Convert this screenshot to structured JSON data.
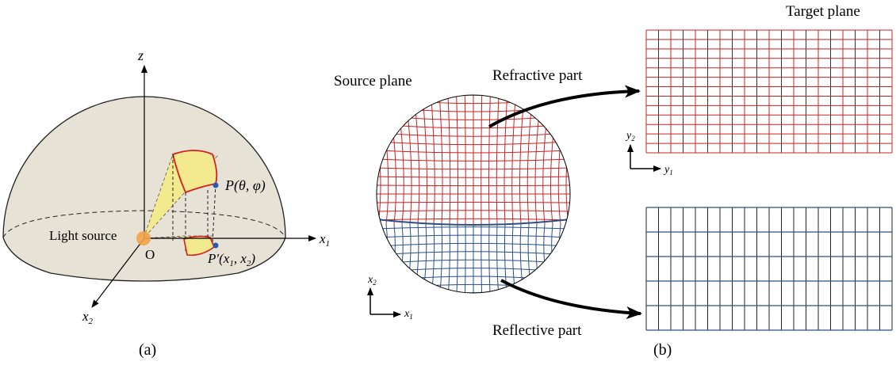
{
  "panel_a": {
    "axis_z": "z",
    "axis_x1": "x",
    "axis_x1_sub": "1",
    "axis_x2": "x",
    "axis_x2_sub": "2",
    "label_P": "P(θ, φ)",
    "label_Pprime_pre": "P′(x",
    "label_Pprime_sub1": "1",
    "label_Pprime_mid": ", x",
    "label_Pprime_sub2": "2",
    "label_Pprime_post": ")",
    "light_source": "Light source",
    "origin": "O",
    "caption": "(a)"
  },
  "panel_b": {
    "source_plane": "Source plane",
    "target_plane": "Target plane",
    "refractive": "Refractive part",
    "reflective": "Reflective part",
    "src_x": "x",
    "src_x_sub": "1",
    "src_y": "x",
    "src_y_sub": "2",
    "tgt_x": "y",
    "tgt_x_sub": "1",
    "tgt_y": "y",
    "tgt_y_sub": "2",
    "caption": "(b)"
  },
  "colors": {
    "hemisphere_fill": "#e6e2d6",
    "refractive": "#cc2222",
    "reflective": "#2a4f86",
    "cone_fill": "#f3e98e",
    "light_source": "#f2a34a"
  }
}
